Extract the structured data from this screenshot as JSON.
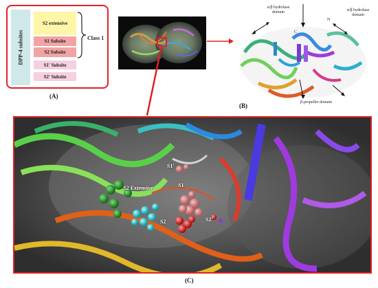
{
  "panel_a": {
    "vertical_label": "DPP-4 subsites",
    "subsites": [
      "S2 extensive",
      "S1 Subsite",
      "S2 Subsite",
      "S1' Subsite",
      "S2' Subsite"
    ],
    "class_label": "Class 1",
    "caption": "(A)"
  },
  "panel_b": {
    "caption": "(B)",
    "label_top_left": "α/β hydrolase domain",
    "label_top_right": "α/β hydrolase domain",
    "label_bottom": "β-propeller domain",
    "label_c": "C",
    "label_n": "N"
  },
  "panel_c": {
    "caption": "(C)",
    "sites": [
      "S1'",
      "S1",
      "S2 Extensive",
      "S2",
      "S2'"
    ]
  },
  "colors": {
    "frame_red": "#e0202a",
    "s2_extensive_fill": "#fff6a8",
    "s1_s2_fill": "#f2a3a3",
    "prime_fill": "#f6cfe0",
    "dpp_bar": "#cfe8ea"
  }
}
